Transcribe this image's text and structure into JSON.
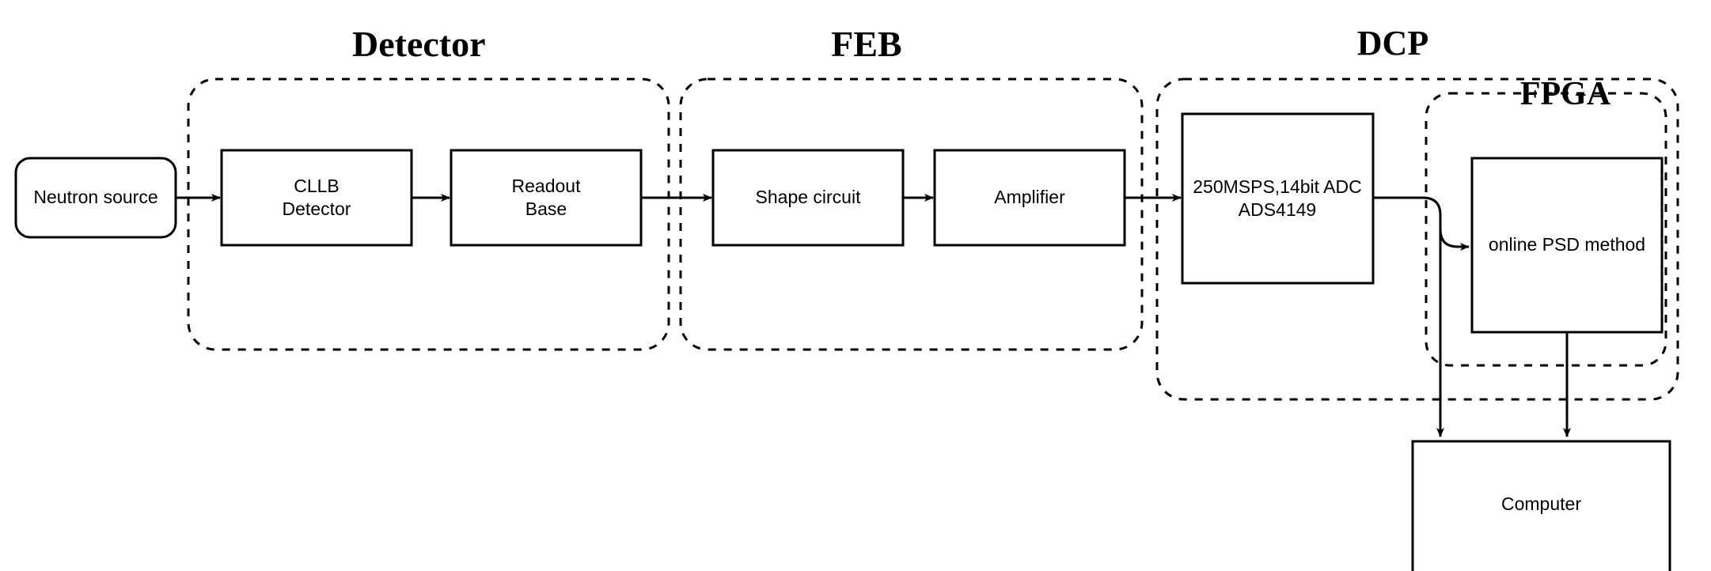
{
  "diagram": {
    "groups": [
      {
        "id": "detector",
        "title": "Detector"
      },
      {
        "id": "feb",
        "title": "FEB"
      },
      {
        "id": "dcp",
        "title": "DCP"
      },
      {
        "id": "fpga",
        "title": "FPGA"
      }
    ],
    "nodes": {
      "neutron_source": {
        "label": "Neutron source",
        "shape": "rounded-rect"
      },
      "cllb_detector": {
        "label": "CLLB\nDetector",
        "shape": "rect"
      },
      "readout_base": {
        "label": "Readout\nBase",
        "shape": "rect"
      },
      "shape_circuit": {
        "label": "Shape circuit",
        "shape": "rect"
      },
      "amplifier": {
        "label": "Amplifier",
        "shape": "rect"
      },
      "adc": {
        "label": "250MSPS,14bit ADC\nADS4149",
        "shape": "rect"
      },
      "online_psd": {
        "label": "online PSD method",
        "shape": "rect"
      },
      "computer": {
        "label": "Computer",
        "shape": "rect"
      }
    },
    "edges": [
      {
        "from": "neutron_source",
        "to": "cllb_detector",
        "arrow": true
      },
      {
        "from": "cllb_detector",
        "to": "readout_base",
        "arrow": true
      },
      {
        "from": "readout_base",
        "to": "shape_circuit",
        "arrow": true
      },
      {
        "from": "shape_circuit",
        "to": "amplifier",
        "arrow": true
      },
      {
        "from": "amplifier",
        "to": "adc",
        "arrow": true
      },
      {
        "from": "adc",
        "to": "online_psd",
        "arrow": true
      },
      {
        "from": "adc",
        "to": "computer",
        "arrow": true
      },
      {
        "from": "online_psd",
        "to": "computer",
        "arrow": true
      }
    ],
    "colors": {
      "stroke": "#000000",
      "fill": "#ffffff",
      "text": "#000000"
    }
  }
}
